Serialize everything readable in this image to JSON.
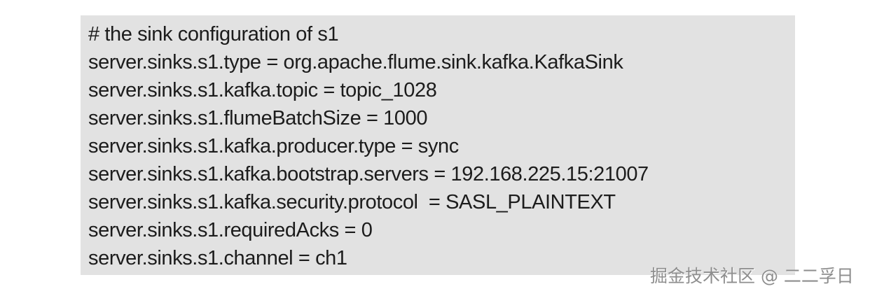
{
  "page": {
    "background": "#ffffff"
  },
  "code_block": {
    "background": "#e2e2e2",
    "text_color": "#1c1c1c",
    "language_hint": "flume-properties",
    "lines": [
      "# the sink configuration of s1",
      "server.sinks.s1.type = org.apache.flume.sink.kafka.KafkaSink",
      "server.sinks.s1.kafka.topic = topic_1028",
      "server.sinks.s1.flumeBatchSize = 1000",
      "server.sinks.s1.kafka.producer.type = sync",
      "server.sinks.s1.kafka.bootstrap.servers = 192.168.225.15:21007",
      "server.sinks.s1.kafka.security.protocol  = SASL_PLAINTEXT",
      "server.sinks.s1.requiredAcks = 0",
      "server.sinks.s1.channel = ch1"
    ]
  },
  "watermark": {
    "text": "掘金技术社区 @ 二二孚日",
    "color": "#8e8e8e"
  }
}
